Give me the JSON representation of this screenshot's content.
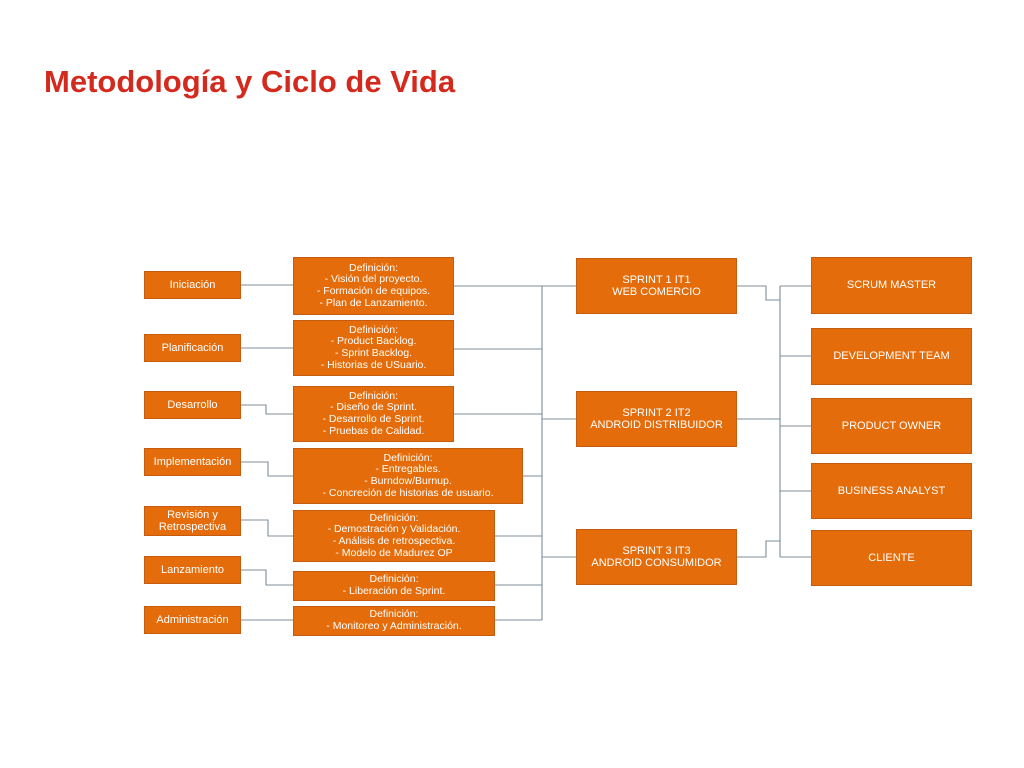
{
  "title": "Metodología y Ciclo de Vida",
  "colors": {
    "title": "#d42a1e",
    "box_fill": "#e46c0a",
    "box_text": "#ffffff",
    "connector": "#7f8c99"
  },
  "phases": [
    {
      "label": "Iniciación"
    },
    {
      "label": "Planificación"
    },
    {
      "label": "Desarrollo"
    },
    {
      "label": "Implementación"
    },
    {
      "label": "Revisión y\nRetrospectiva"
    },
    {
      "label": "Lanzamiento"
    },
    {
      "label": "Administración"
    }
  ],
  "definitions": [
    {
      "lines": [
        "Definición:",
        "- Visión del proyecto.",
        "- Formación de equipos.",
        "- Plan de Lanzamiento."
      ]
    },
    {
      "lines": [
        "Definición:",
        "- Product Backlog.",
        "- Sprint Backlog.",
        "- Historias de USuario."
      ]
    },
    {
      "lines": [
        "Definición:",
        "- Diseño de Sprint.",
        "- Desarrollo de Sprint.",
        "- Pruebas de Calidad."
      ]
    },
    {
      "lines": [
        "Definición:",
        "- Entregables.",
        "- Burndow/Burnup.",
        "- Concreción de historias de usuario."
      ]
    },
    {
      "lines": [
        "Definición:",
        "- Demostración y Validación.",
        "- Análisis de retrospectiva.",
        "- Modelo de Madurez OP"
      ]
    },
    {
      "lines": [
        "Definición:",
        "- Liberación de Sprint."
      ]
    },
    {
      "lines": [
        "Definición:",
        "- Monitoreo y Administración."
      ]
    }
  ],
  "sprints": [
    {
      "lines": [
        "SPRINT 1 IT1",
        "WEB COMERCIO"
      ]
    },
    {
      "lines": [
        "SPRINT 2 IT2",
        "ANDROID DISTRIBUIDOR"
      ]
    },
    {
      "lines": [
        "SPRINT 3 IT3",
        "ANDROID CONSUMIDOR"
      ]
    }
  ],
  "roles": [
    {
      "label": "SCRUM MASTER"
    },
    {
      "label": "DEVELOPMENT TEAM"
    },
    {
      "label": "PRODUCT OWNER"
    },
    {
      "label": "BUSINESS ANALYST"
    },
    {
      "label": "CLIENTE"
    }
  ]
}
